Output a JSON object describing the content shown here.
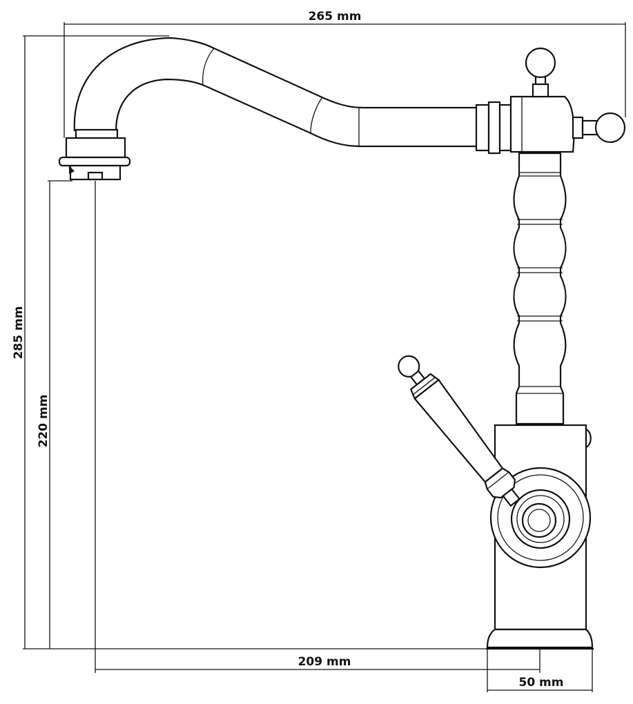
{
  "dimensions": {
    "total_width": "265 mm",
    "total_height": "285 mm",
    "spout_height": "220 mm",
    "spout_reach": "209 mm",
    "base_diameter": "50 mm"
  }
}
